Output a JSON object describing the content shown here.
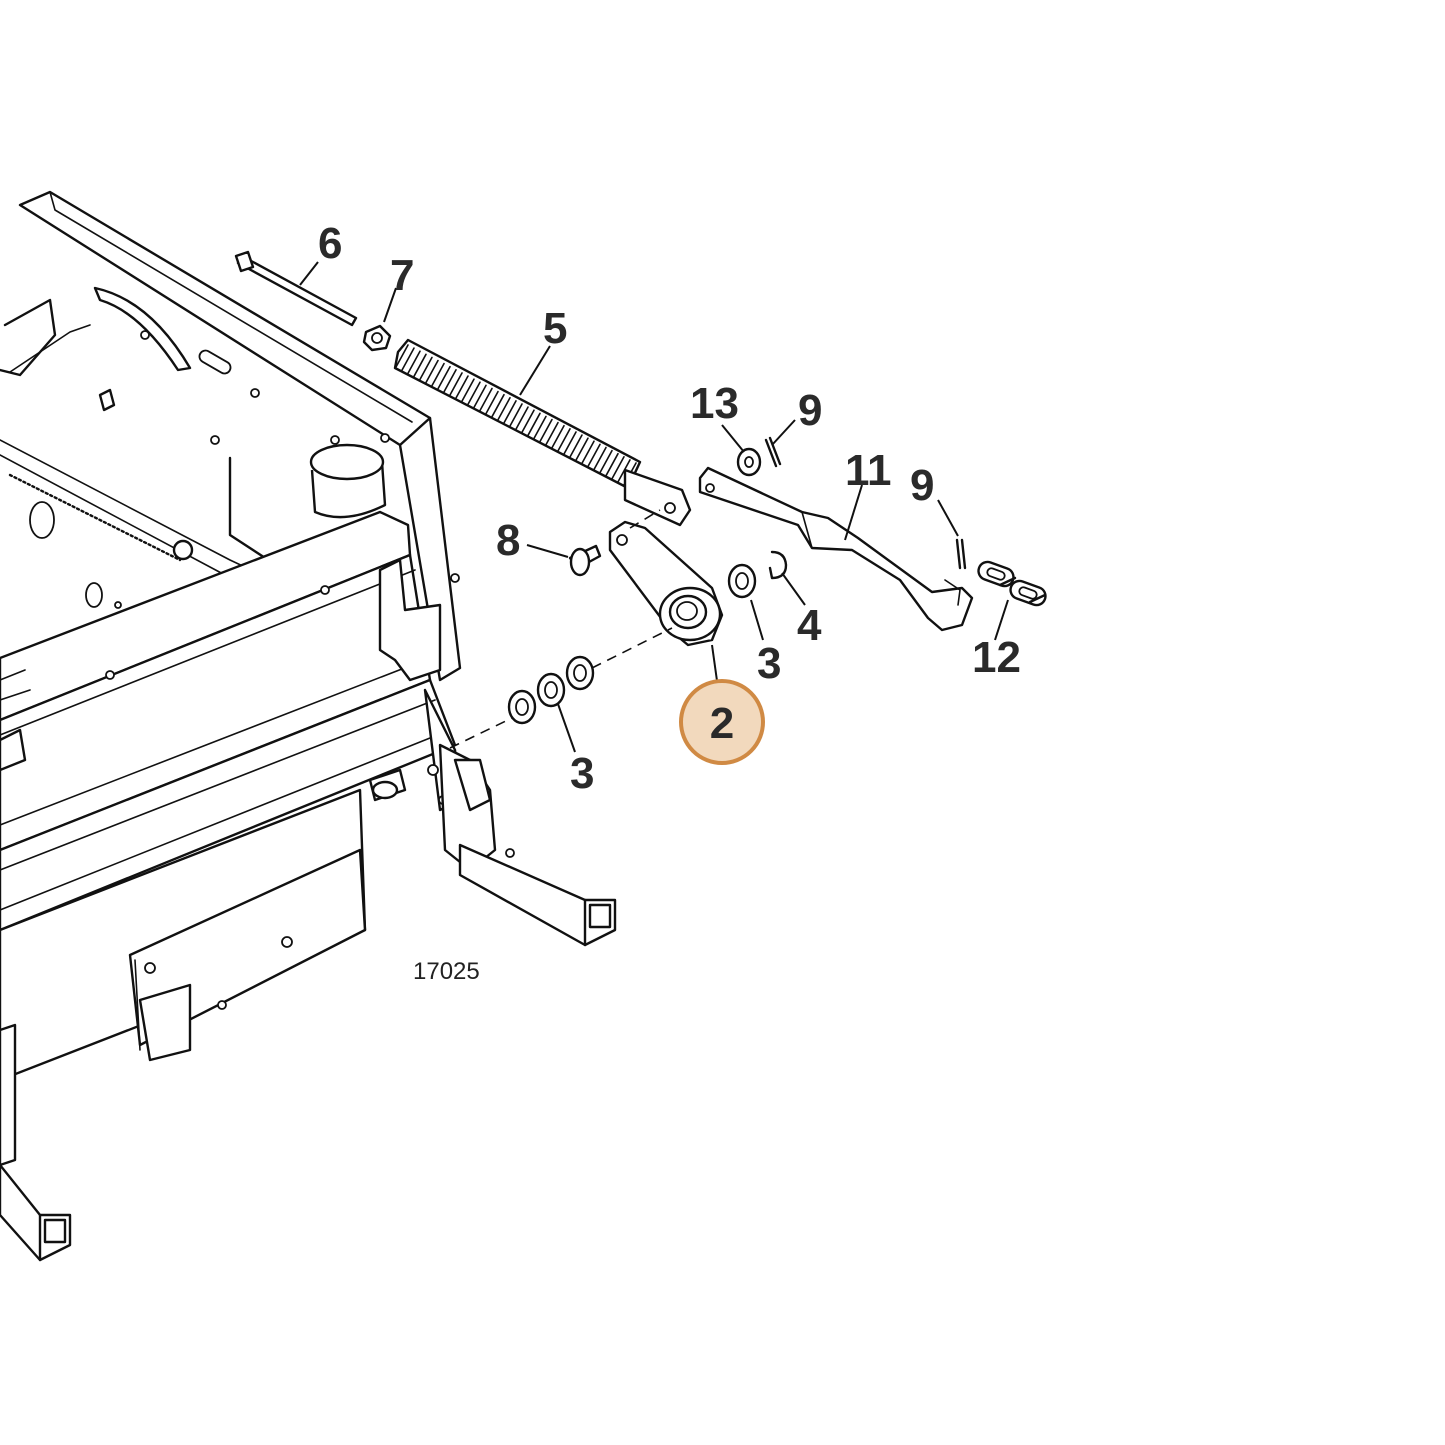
{
  "figure_id": "17025",
  "highlight": {
    "label": "2",
    "fill": "#f2d9bd",
    "stroke": "#d08a44"
  },
  "callouts": {
    "c6": "6",
    "c7": "7",
    "c5": "5",
    "c13": "13",
    "c9a": "9",
    "c11": "11",
    "c9b": "9",
    "c8": "8",
    "c4": "4",
    "c3a": "3",
    "c3b": "3",
    "c12": "12"
  }
}
